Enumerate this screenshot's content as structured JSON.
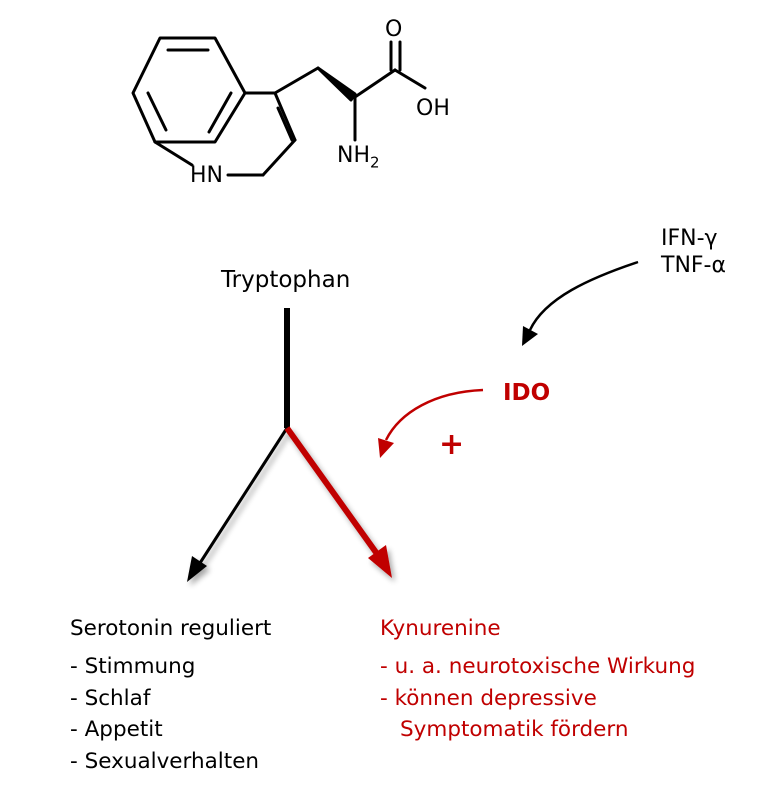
{
  "molecule": {
    "labels": {
      "carbonyl_o": "O",
      "hydroxyl": "OH",
      "amine_n": "NH",
      "amine_sub": "2",
      "ring_nh": "HN"
    }
  },
  "pathway": {
    "substrate": "Tryptophan",
    "cytokines": [
      "IFN-γ",
      "TNF-α"
    ],
    "enzyme": "IDO",
    "enzyme_effect": "+",
    "left_branch": {
      "title": "Serotonin reguliert",
      "items": [
        "- Stimmung",
        "- Schlaf",
        "- Appetit",
        "- Sexualverhalten"
      ]
    },
    "right_branch": {
      "title": "Kynurenine",
      "items": [
        "- u. a. neurotoxische Wirkung",
        "- können depressive",
        "Symptomatik fördern"
      ]
    }
  },
  "colors": {
    "text": "#000000",
    "accent": "#c00000"
  }
}
